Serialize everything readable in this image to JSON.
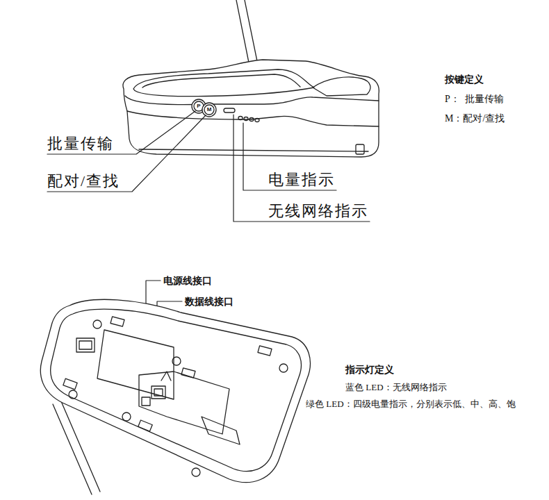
{
  "diagram": {
    "labels": [
      "批量传输",
      "配对/查找",
      "电量指示",
      "无线网络指示",
      "P",
      "M",
      "按键定义",
      "P：  批量传输",
      "M：配对/查找",
      "电源线接口",
      "数据线接口",
      "指示灯定义",
      "蓝色 LED：无线网络指示",
      "绿色 LED：四级电量指示，分别表示低、中、高、饱"
    ]
  }
}
